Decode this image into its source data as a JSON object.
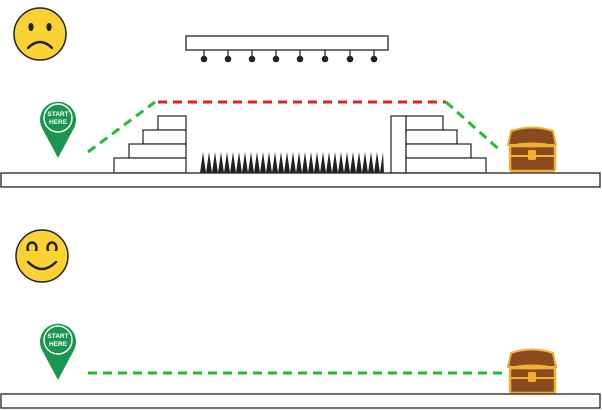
{
  "panels": [
    {
      "id": "hard-path",
      "mood": "sad",
      "start_pin": {
        "line1": "START",
        "line2": "HERE"
      },
      "path_colors": {
        "climb": "#22bb33",
        "top": "#dd2222",
        "descend": "#22bb33"
      }
    },
    {
      "id": "easy-path",
      "mood": "happy",
      "start_pin": {
        "line1": "START",
        "line2": "HERE"
      },
      "path_colors": {
        "flat": "#22bb33"
      }
    }
  ],
  "colors": {
    "emoji_face": "#fbd233",
    "emoji_outline": "#222222",
    "pin": "#1a9650",
    "spikes": "#222222",
    "chest_wood": "#8a4a1f",
    "chest_gold": "#f0b030"
  },
  "icons": [
    "sad-face-icon",
    "happy-face-icon",
    "map-pin-icon",
    "treasure-chest-icon",
    "spike-trap-icon",
    "ceiling-lights-icon"
  ]
}
